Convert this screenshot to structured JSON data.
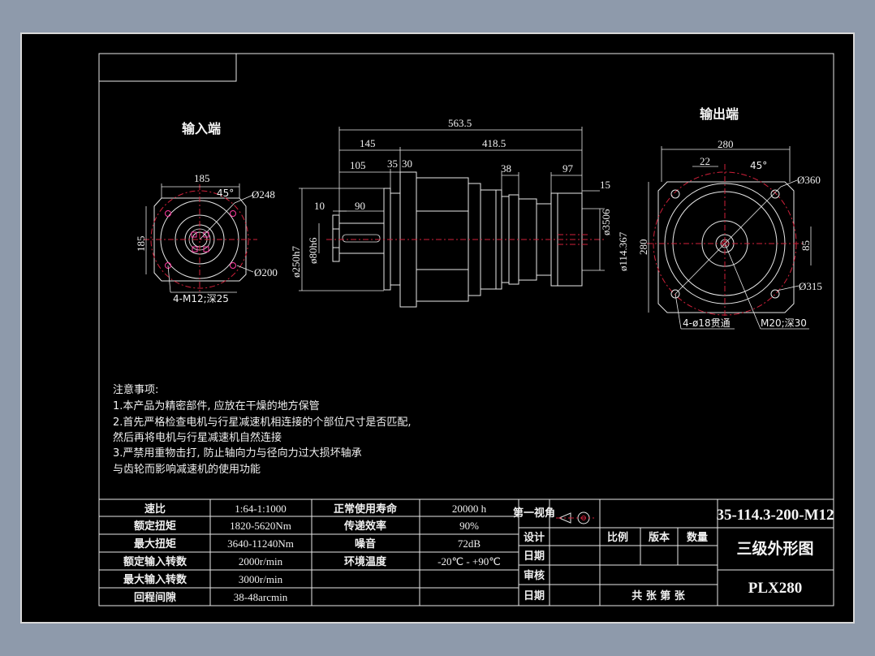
{
  "views": {
    "input_title": "输入端",
    "output_title": "输出端"
  },
  "input_view": {
    "dim_width": "185",
    "dim_height": "185",
    "angle": "45°",
    "dia_248": "Ø248",
    "dia_200": "Ø200",
    "holes": "4-M12;深25"
  },
  "side_view": {
    "d_563": "563.5",
    "d_145": "145",
    "d_418": "418.5",
    "d_105": "105",
    "d_35": "35",
    "d_30": "30",
    "d_38": "38",
    "d_97": "97",
    "d_15": "15",
    "d_10": "10",
    "d_90": "90",
    "dia_250": "ø250h7",
    "dia_80": "ø80h6",
    "dia_3506": "ø3506",
    "dia_114": "ø114.367"
  },
  "output_view": {
    "d_280w": "280",
    "d_22": "22",
    "angle": "45°",
    "dia_360": "Ø360",
    "d_280h": "280",
    "d_85": "85",
    "dia_315": "Ø315",
    "holes": "4-ø18贯通",
    "thread": "M20;深30"
  },
  "notes": [
    "注意事项:",
    "1.本产品为精密部件, 应放在干燥的地方保管",
    "2.首先严格检查电机与行星减速机相连接的个部位尺寸是否匹配,",
    "然后再将电机与行星减速机自然连接",
    "3.严禁用重物击打, 防止轴向力与径向力过大损坏轴承",
    "与齿轮而影响减速机的使用功能"
  ],
  "specs": [
    {
      "label": "速比",
      "value": "1:64-1:1000",
      "label2": "正常使用寿命",
      "value2": "20000 h"
    },
    {
      "label": "额定扭矩",
      "value": "1820-5620Nm",
      "label2": "传递效率",
      "value2": "90%"
    },
    {
      "label": "最大扭矩",
      "value": "3640-11240Nm",
      "label2": "噪音",
      "value2": "72dB"
    },
    {
      "label": "额定输入转数",
      "value": "2000r/min",
      "label2": "环境温度",
      "value2": "-20℃ - +90℃"
    },
    {
      "label": "最大输入转数",
      "value": "3000r/min",
      "label2": "",
      "value2": ""
    },
    {
      "label": "回程间隙",
      "value": "38-48arcmin",
      "label2": "",
      "value2": ""
    }
  ],
  "title_block": {
    "projection": "第一视角",
    "design": "设计",
    "scale": "比例",
    "version": "版本",
    "quantity": "数量",
    "date": "日期",
    "review": "审核",
    "date2": "日期",
    "sheets": "共  张  第  张",
    "drawing_number": "35-114.3-200-M12",
    "drawing_name": "三级外形图",
    "model": "PLX280"
  }
}
